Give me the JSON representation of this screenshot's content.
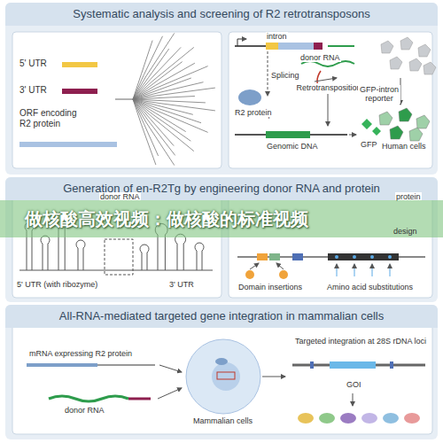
{
  "diagram": {
    "nodes": [
      {
        "text": [
          "Systematic analysis and screening of R2 retrotransposons"
        ]
      },
      {
        "text": [
          "R2 retrotransposons"
        ],
        "in": 0
      },
      {
        "text": [
          "Generation of en-R2Tg by engineering donor RNA and protein"
        ]
      },
      {
        "text": [
          "All-RNA-mediated targeted gene integration in mammalian cells"
        ]
      }
    ],
    "labels": [
      "intron",
      "donor RNA",
      "Splicing",
      "R2 protein",
      "Retrotransposition",
      "Genomic DNA",
      "GFP",
      "GFP-intron reporter",
      "Human cells",
      "donor RNA",
      "5' UTR (with ribozyme)",
      "3' UTR",
      "protein",
      "design",
      "Domain insertions",
      "Amino acid substitutions",
      "mRNA expressing R2 protein",
      "donor RNA",
      "Mammalian cells",
      "Targeted integration at 28S rDNA loci",
      "GOI",
      "做核酸高效视频：做核酸的标准视频"
    ],
    "legend": [
      {
        "text": "5' UTR",
        "color": "#f2c744"
      },
      {
        "text": "3' UTR",
        "color": "#8e1f4f"
      },
      {
        "text": "ORF encoding R2 protein",
        "color": "#a9c2e2"
      }
    ]
  }
}
